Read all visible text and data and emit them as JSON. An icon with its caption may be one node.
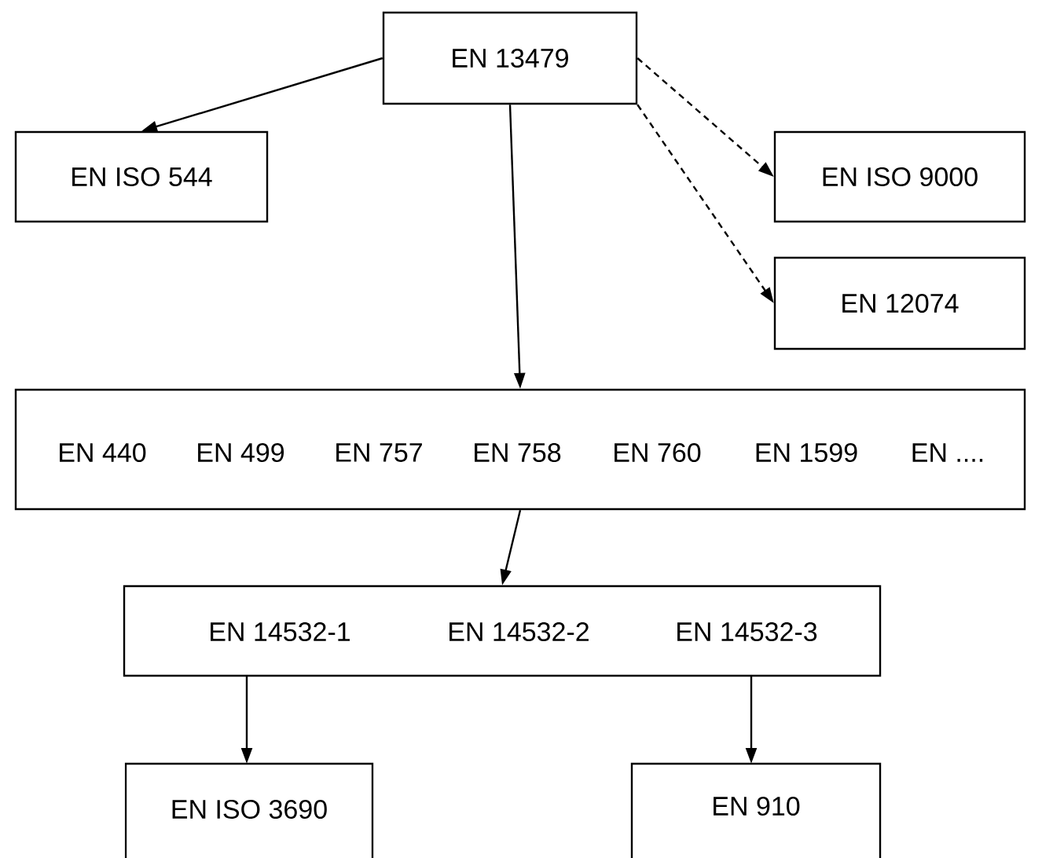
{
  "diagram": {
    "nodes": [
      {
        "text": [
          "EN 13479"
        ]
      },
      {
        "text": [
          "EN ISO 544"
        ]
      },
      {
        "text": [
          "EN ISO 9000"
        ]
      },
      {
        "text": [
          "EN 12074"
        ]
      },
      {
        "text": [
          "EN 440",
          "EN 499",
          "EN 757",
          "EN 758",
          "EN 760",
          "EN 1599",
          "EN ...."
        ]
      },
      {
        "text": [
          "EN 14532-1",
          "EN 14532-2",
          "EN 14532-3"
        ]
      },
      {
        "text": [
          "EN ISO 3690"
        ]
      },
      {
        "text": [
          "EN 910"
        ]
      }
    ],
    "edges": [
      {
        "from": 0,
        "to": 1,
        "arrow": "to"
      },
      {
        "from": 0,
        "to": 4,
        "arrow": "to"
      },
      {
        "from": 0,
        "to": 2,
        "arrow": "to",
        "style": "dashed"
      },
      {
        "from": 0,
        "to": 3,
        "arrow": "to",
        "style": "dashed"
      },
      {
        "from": 4,
        "to": 5,
        "arrow": "to"
      },
      {
        "from": 5,
        "to": 6,
        "arrow": "to"
      },
      {
        "from": 5,
        "to": 7,
        "arrow": "to"
      }
    ]
  }
}
